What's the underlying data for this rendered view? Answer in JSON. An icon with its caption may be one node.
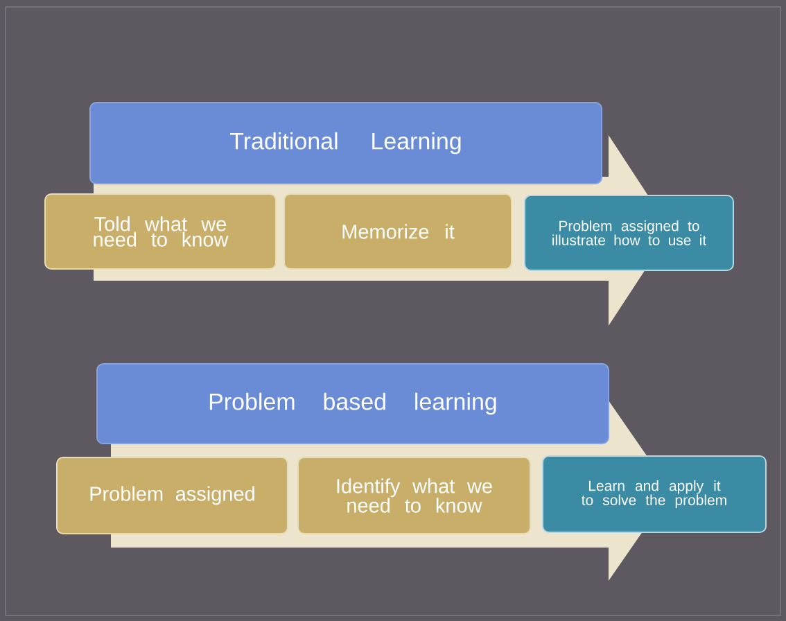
{
  "diagram": {
    "nodes": [
      {
        "text": [
          "Traditional Learning"
        ]
      },
      {
        "text": [
          "Told what we need to know"
        ]
      },
      {
        "text": [
          "Memorize it"
        ]
      },
      {
        "text": [
          "Problem assigned to illustrate how to use it"
        ]
      },
      {
        "text": [
          "Problem based learning"
        ]
      },
      {
        "text": [
          "Problem assigned"
        ]
      },
      {
        "text": [
          "Identify what we need to know"
        ]
      },
      {
        "text": [
          "Learn and apply it to solve the problem"
        ]
      }
    ]
  }
}
